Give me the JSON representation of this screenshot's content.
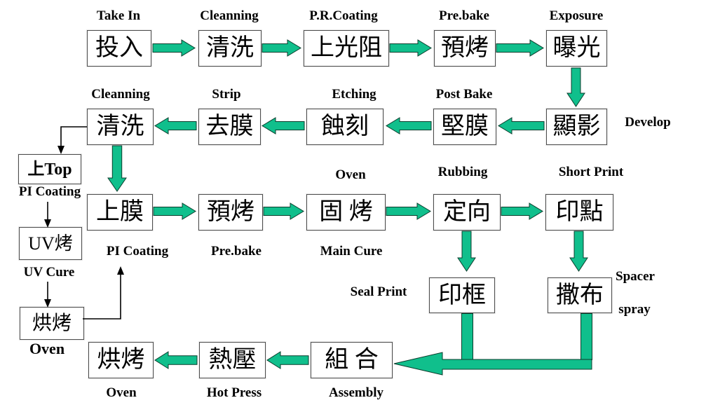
{
  "colors": {
    "arrow_green": "#10bf8c",
    "arrow_outline": "#0b3d2c",
    "box_border": "#4d4d4d"
  },
  "nodes": {
    "take_in": {
      "zh": "投入",
      "label": "Take In"
    },
    "cleaning1": {
      "zh": "清洗",
      "label": "Cleanning"
    },
    "pr_coating": {
      "zh": "上光阻",
      "label": "P.R.Coating"
    },
    "prebake1": {
      "zh": "預烤",
      "label": "Pre.bake"
    },
    "exposure": {
      "zh": "曝光",
      "label": "Exposure"
    },
    "develop": {
      "zh": "顯影",
      "label": "Develop"
    },
    "post_bake": {
      "zh": "堅膜",
      "label": "Post Bake"
    },
    "etching": {
      "zh": "蝕刻",
      "label": "Etching"
    },
    "strip": {
      "zh": "去膜",
      "label": "Strip"
    },
    "cleaning2": {
      "zh": "清洗",
      "label": "Cleanning"
    },
    "top_plate": {
      "zh": "上Top",
      "label": "PI Coating"
    },
    "uv_bake": {
      "zh": "UV烤",
      "label": "UV Cure"
    },
    "oven_left": {
      "zh": "烘烤",
      "label": "Oven"
    },
    "pi_coating": {
      "zh": "上膜",
      "label": "PI Coating"
    },
    "prebake2": {
      "zh": "預烤",
      "label": "Pre.bake"
    },
    "main_cure": {
      "zh": "固 烤",
      "label_top": "Oven",
      "label_bottom": "Main Cure"
    },
    "rubbing": {
      "zh": "定向",
      "label": "Rubbing"
    },
    "short_print": {
      "zh": "印點",
      "label": "Short Print"
    },
    "seal_print": {
      "zh": "印框",
      "label": "Seal Print"
    },
    "spacer_spray": {
      "zh": "撒布",
      "label_line1": "Spacer",
      "label_line2": "spray"
    },
    "assembly": {
      "zh": "組 合",
      "label": "Assembly"
    },
    "hot_press": {
      "zh": "熱壓",
      "label": "Hot Press"
    },
    "oven_bottom": {
      "zh": "烘烤",
      "label": "Oven"
    }
  }
}
